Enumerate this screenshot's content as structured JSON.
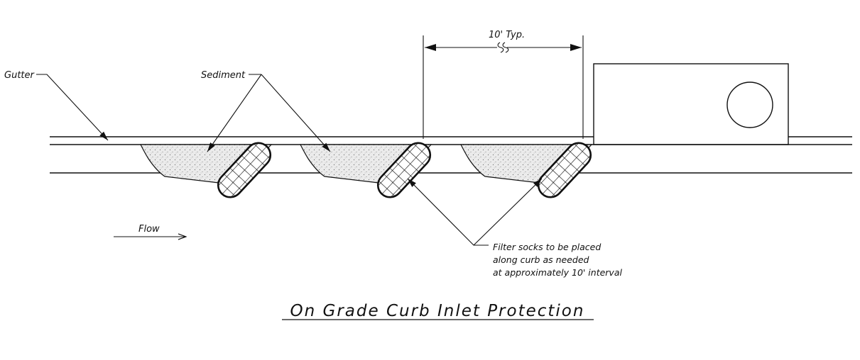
{
  "labels": {
    "gutter": "Gutter",
    "sediment": "Sediment",
    "dimension": "10' Typ.",
    "flow": "Flow",
    "note_line1": "Filter socks to be placed",
    "note_line2": "along curb as needed",
    "note_line3": "at approximately 10' interval",
    "title": "On Grade Curb Inlet Protection"
  },
  "colors": {
    "line": "#111111",
    "sediment_fill": "#e6e6e6",
    "background": "#ffffff"
  }
}
